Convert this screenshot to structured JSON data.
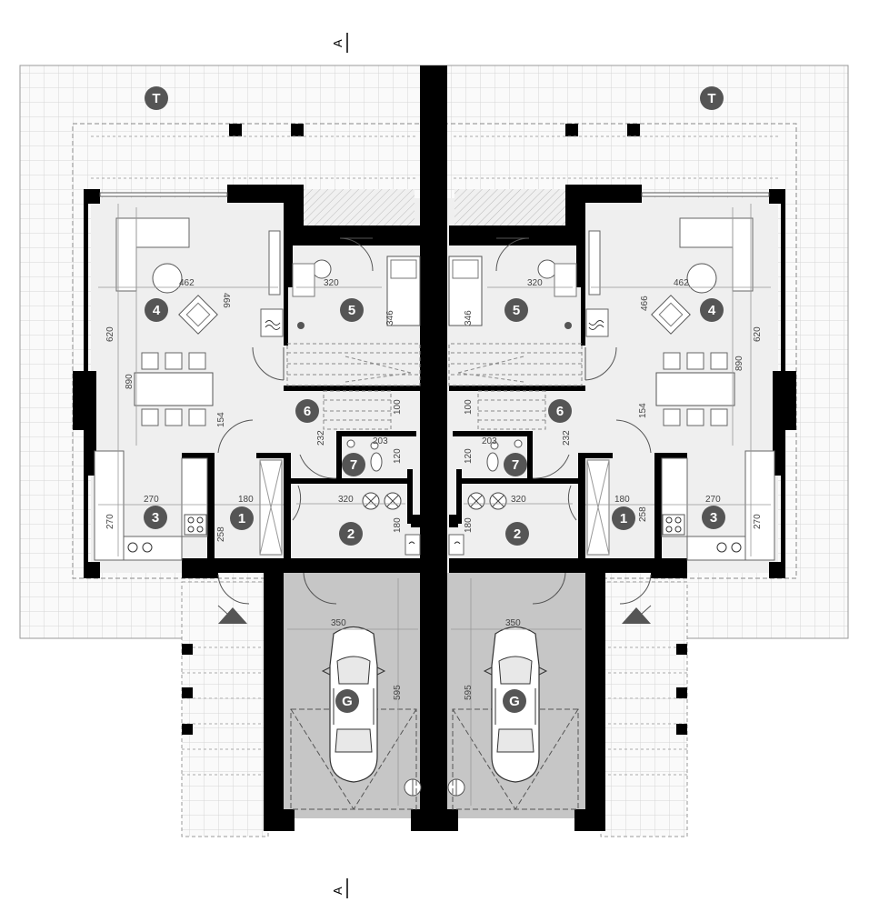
{
  "section_marker": "A",
  "colors": {
    "wall": "#000000",
    "room": "#efefef",
    "garage": "#c6c6c6",
    "terrace": "#f7f7f7",
    "grid": "#d9d9d9",
    "label_bg": "#555555"
  },
  "room_labels": {
    "terrace": "T",
    "hall": "1",
    "corridor": "2",
    "kitchen": "3",
    "living": "4",
    "bath": "5",
    "stair": "6",
    "wc": "7",
    "garage": "G"
  },
  "dimensions": {
    "living_w": "462",
    "living_d": "466",
    "room_h": "620",
    "room_total": "890",
    "bath_w": "320",
    "bath_d": "346",
    "stair_w": "100",
    "stair_d": "232",
    "wc_w": "203",
    "wc_d": "120",
    "hall_w": "180",
    "hall_d": "258",
    "hall_top": "154",
    "kitchen_w": "270",
    "kitchen_d": "270",
    "corr_w": "320",
    "corr_d": "180",
    "garage_w": "350",
    "garage_d": "595"
  }
}
